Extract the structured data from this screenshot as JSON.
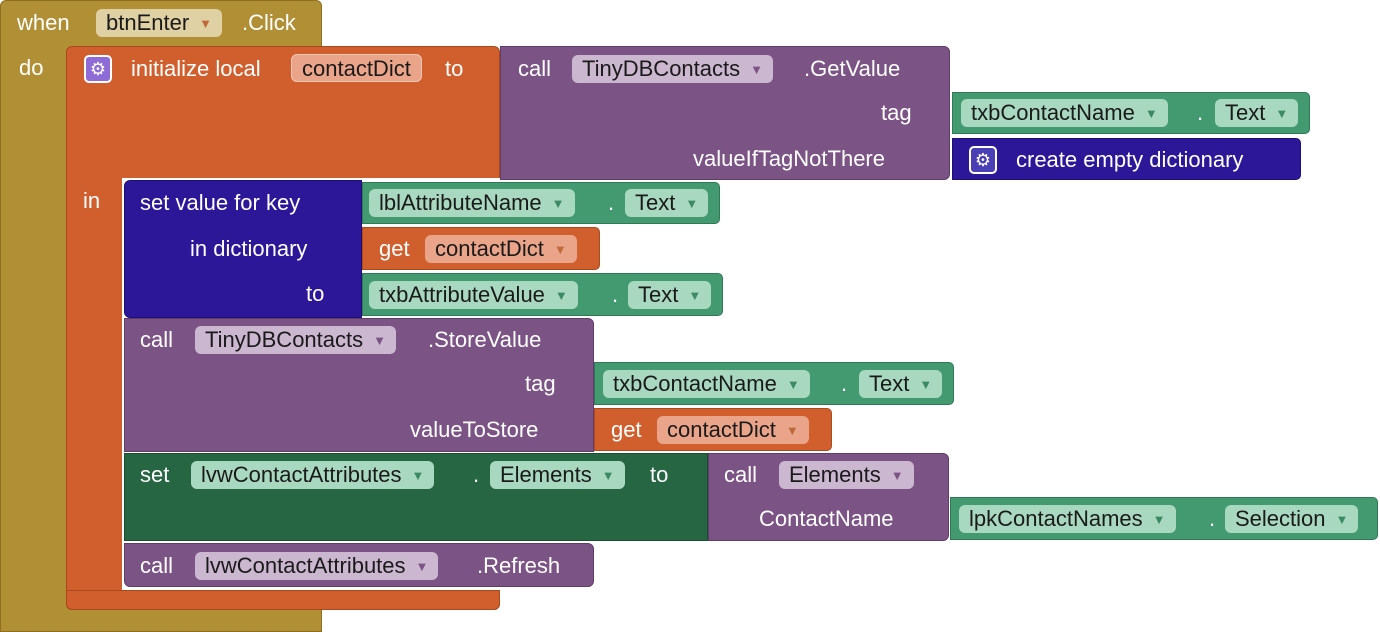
{
  "event": {
    "when": "when",
    "component": "btnEnter",
    "event": ".Click",
    "do": "do"
  },
  "init_local": {
    "label": "initialize local",
    "var": "contactDict",
    "to": "to",
    "in": "in"
  },
  "getvalue": {
    "call": "call",
    "component": "TinyDBContacts",
    "method": ".GetValue",
    "tag_label": "tag",
    "tag_component": "txbContactName",
    "tag_prop": "Text",
    "default_label": "valueIfTagNotThere",
    "default_value": "create empty dictionary"
  },
  "setkey": {
    "label": "set value for key",
    "key_component": "lblAttributeName",
    "key_prop": "Text",
    "dict_label": "in dictionary",
    "get": "get",
    "dict_var": "contactDict",
    "to_label": "to",
    "value_component": "txbAttributeValue",
    "value_prop": "Text"
  },
  "storevalue": {
    "call": "call",
    "component": "TinyDBContacts",
    "method": ".StoreValue",
    "tag_label": "tag",
    "tag_component": "txbContactName",
    "tag_prop": "Text",
    "value_label": "valueToStore",
    "get": "get",
    "value_var": "contactDict"
  },
  "setelements": {
    "set": "set",
    "component": "lvwContactAttributes",
    "prop": "Elements",
    "to": "to",
    "call": "call",
    "proc": "Elements",
    "arg_label": "ContactName",
    "arg_component": "lpkContactNames",
    "arg_prop": "Selection"
  },
  "refresh": {
    "call": "call",
    "component": "lvwContactAttributes",
    "method": ".Refresh"
  },
  "dot": ".",
  "dropdown_glyph": "▼"
}
